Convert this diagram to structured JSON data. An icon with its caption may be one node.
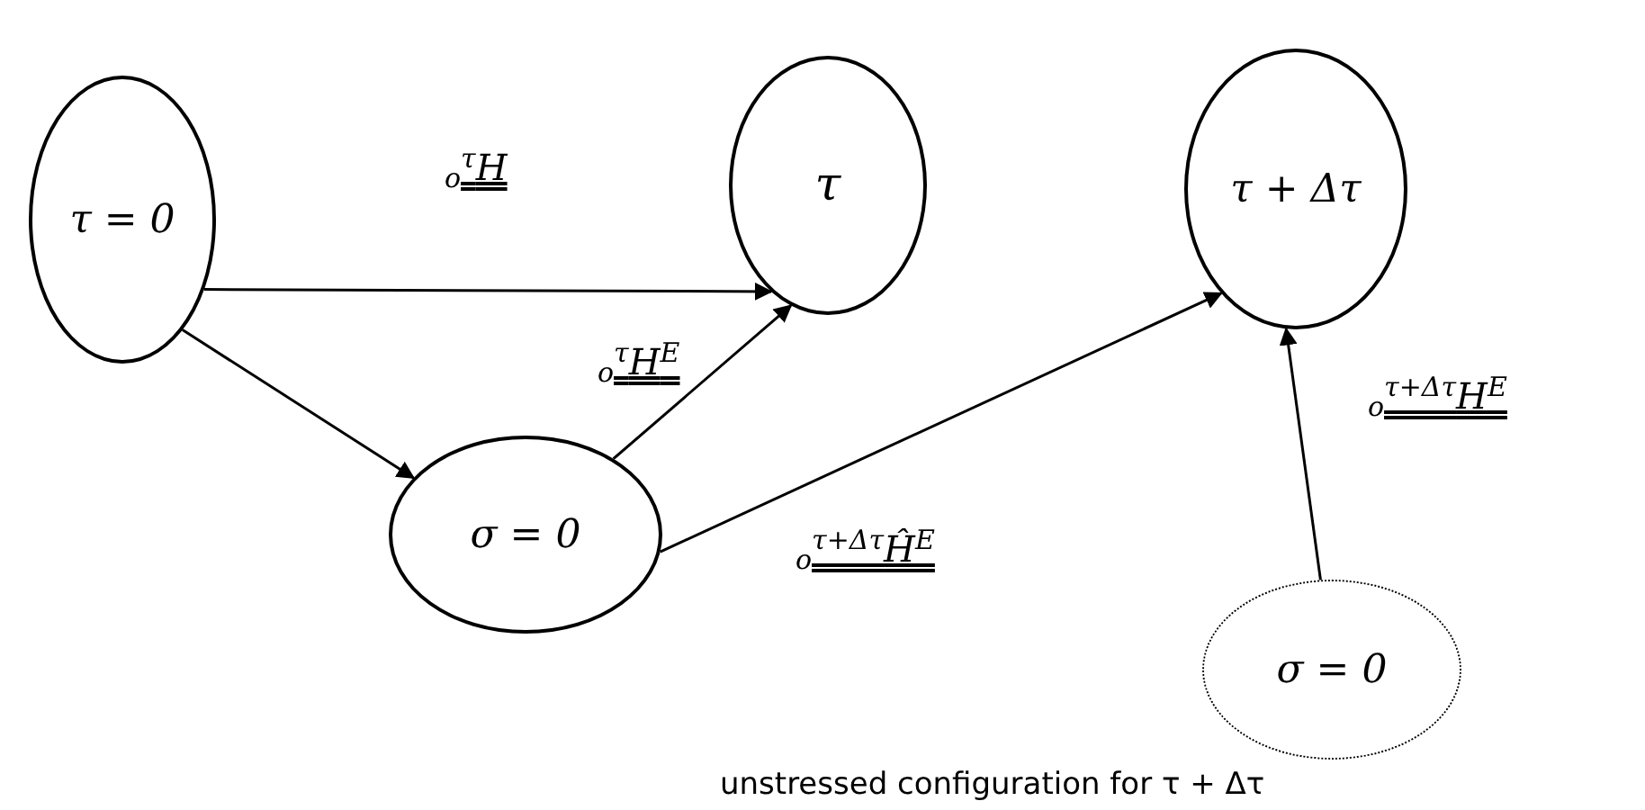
{
  "diagram": {
    "nodes": [
      {
        "text": [
          "τ = 0"
        ]
      },
      {
        "text": [
          "τ"
        ]
      },
      {
        "text": [
          "σ = 0"
        ]
      },
      {
        "text": [
          "τ + Δτ"
        ]
      },
      {
        "text": [
          "σ = 0"
        ]
      }
    ],
    "labels": [
      "unstressed configuration for τ + Δτ"
    ],
    "edges": [
      {
        "from": 0,
        "to": 1,
        "arrow": "to",
        "label": "$_{o}$$^{τ}$H"
      },
      {
        "from": 0,
        "to": 2,
        "arrow": "to"
      },
      {
        "from": 2,
        "to": 1,
        "arrow": "to",
        "label": "$_{o}$$^{τ}$H$^{E}$"
      },
      {
        "from": 2,
        "to": 3,
        "arrow": "to",
        "label": "$_{o}$$^{τ+Δτ}$Ĥ$^{E}$"
      },
      {
        "from": 4,
        "to": 3,
        "arrow": "to",
        "label": "$_{o}$$^{τ+Δτ}$H$^{E}$"
      }
    ]
  }
}
